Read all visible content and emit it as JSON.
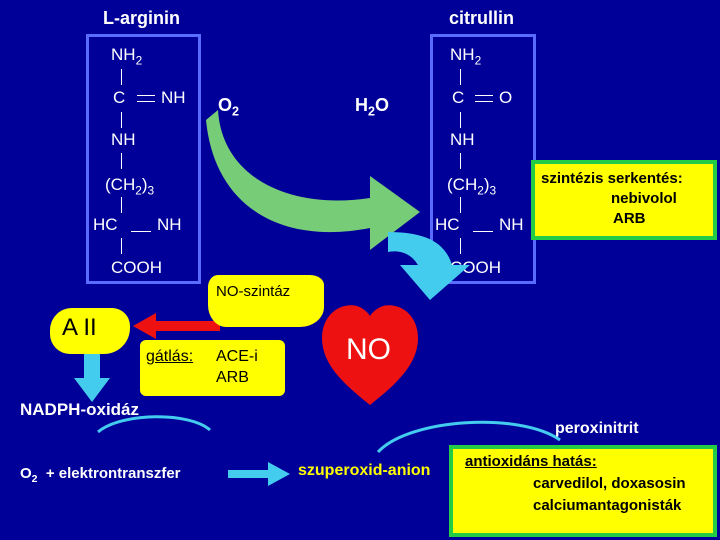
{
  "titles": {
    "left": "L-arginin",
    "right": "citrullin"
  },
  "arginine": {
    "nh2": "NH",
    "nh2_sub": "2",
    "c": "C",
    "nh_imine": "NH",
    "nh": "NH",
    "ch2": "(CH",
    "ch2_sub1": "2",
    "ch2_paren": ")",
    "ch2_sub2": "3",
    "hc": "HC",
    "nh_side": "NH",
    "cooh": "COOH"
  },
  "citrulline": {
    "nh2": "NH",
    "nh2_sub": "2",
    "c": "C",
    "o": "O",
    "nh": "NH",
    "ch2": "(CH",
    "ch2_sub1": "2",
    "ch2_paren": ")",
    "ch2_sub2": "3",
    "hc": "HC",
    "nh_side": "NH",
    "cooh": "COOH"
  },
  "reagents": {
    "o2": "O",
    "o2_sub": "2",
    "h2o_h": "H",
    "h2o_sub": "2",
    "h2o_o": "O"
  },
  "enzyme": {
    "label": "NO-szintáz"
  },
  "stimulation": {
    "title": "szintézis serkentés:",
    "line1": "nebivolol",
    "line2": "ARB"
  },
  "angiotensin": {
    "label": "A II"
  },
  "inhibition": {
    "label": "gátlás:",
    "line1": "ACE-i",
    "line2": "ARB"
  },
  "no": {
    "label": "NO"
  },
  "nadph": {
    "label": "NADPH-oxidáz"
  },
  "electron": {
    "o": "O",
    "sub": "2",
    "rest": "+ elektrontranszfer"
  },
  "superoxide": {
    "label": "szuperoxid-anion"
  },
  "peroxynitrite": {
    "label": "peroxinitrit"
  },
  "antioxidant": {
    "title": "antioxidáns hatás:",
    "line1": "carvedilol, doxasosin",
    "line2": "calciumantagonisták"
  },
  "colors": {
    "background": "#000099",
    "box_border": "#5a6cff",
    "arrow_green": "#77cc77",
    "arrow_cyan": "#44ccee",
    "highlight": "#ffff00",
    "heart_red": "#ee1111",
    "green_border": "#22cc44"
  }
}
